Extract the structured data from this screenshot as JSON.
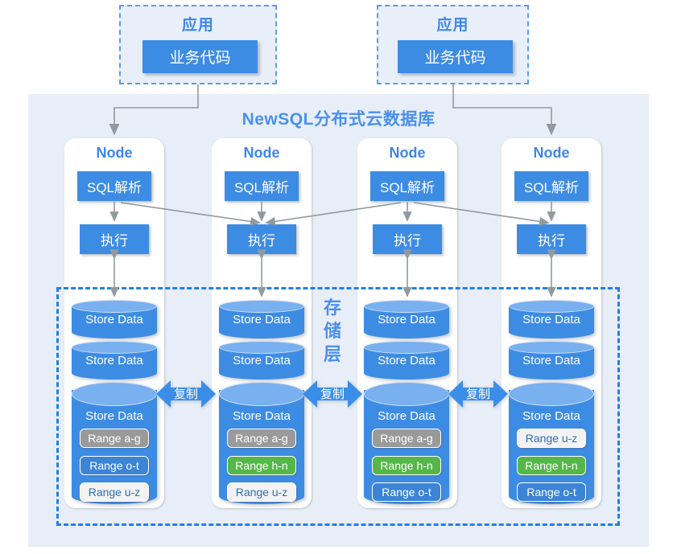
{
  "apps": [
    {
      "title": "应用",
      "code_label": "业务代码"
    },
    {
      "title": "应用",
      "code_label": "业务代码"
    }
  ],
  "database": {
    "title": "NewSQL分布式云数据库",
    "storage_layer_label": "存储层",
    "storage_layer_chars": [
      "存",
      "储",
      "层"
    ]
  },
  "nodes": [
    {
      "label": "Node",
      "sql_label": "SQL解析",
      "exec_label": "执行",
      "stores": [
        "Store Data",
        "Store Data",
        "Store Data"
      ],
      "ranges": [
        {
          "label": "Range a-g",
          "color": "gray"
        },
        {
          "label": "Range o-t",
          "color": "blue"
        },
        {
          "label": "Range u-z",
          "color": "white"
        }
      ]
    },
    {
      "label": "Node",
      "sql_label": "SQL解析",
      "exec_label": "执行",
      "stores": [
        "Store Data",
        "Store Data",
        "Store Data"
      ],
      "ranges": [
        {
          "label": "Range a-g",
          "color": "gray"
        },
        {
          "label": "Range h-n",
          "color": "green"
        },
        {
          "label": "Range u-z",
          "color": "white"
        }
      ]
    },
    {
      "label": "Node",
      "sql_label": "SQL解析",
      "exec_label": "执行",
      "stores": [
        "Store Data",
        "Store Data",
        "Store Data"
      ],
      "ranges": [
        {
          "label": "Range a-g",
          "color": "gray"
        },
        {
          "label": "Range h-n",
          "color": "green"
        },
        {
          "label": "Range o-t",
          "color": "blue"
        }
      ]
    },
    {
      "label": "Node",
      "sql_label": "SQL解析",
      "exec_label": "执行",
      "stores": [
        "Store Data",
        "Store Data",
        "Store Data"
      ],
      "ranges": [
        {
          "label": "Range u-z",
          "color": "white"
        },
        {
          "label": "Range h-n",
          "color": "green"
        },
        {
          "label": "Range o-t",
          "color": "blue"
        }
      ]
    }
  ],
  "replication": [
    {
      "label": "复制"
    },
    {
      "label": "复制"
    },
    {
      "label": "复制"
    }
  ],
  "colors": {
    "primary_blue": "#3d8ce4",
    "title_blue": "#4a90f0",
    "container_bg": "#e8eef7",
    "app_bg": "#e9eff8",
    "dashed_border": "#2080e8",
    "range_gray": "#9a9a9a",
    "range_green": "#55b749",
    "range_blue": "#3b84d6",
    "range_white": "#f3f3f3",
    "connector_gray": "#919a9f"
  }
}
